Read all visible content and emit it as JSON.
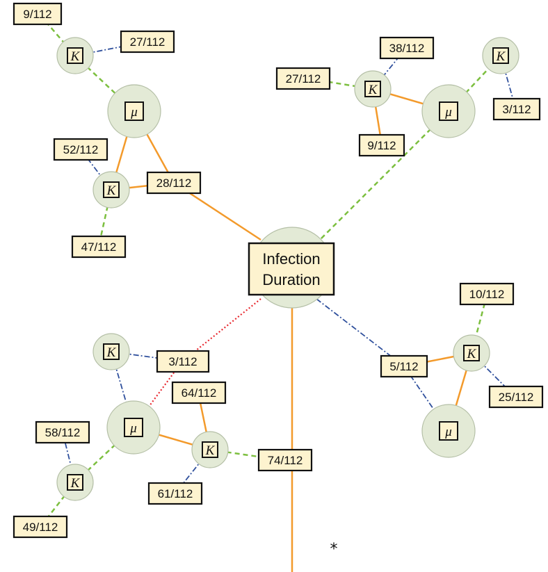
{
  "center": {
    "line1": "Infection",
    "line2": "Duration"
  },
  "symbols": {
    "K": "K",
    "mu": "μ"
  },
  "annotation": "*",
  "labels": [
    "9/112",
    "27/112",
    "52/112",
    "28/112",
    "47/112",
    "38/112",
    "27/112",
    "3/112",
    "9/112",
    "10/112",
    "5/112",
    "25/112",
    "3/112",
    "64/112",
    "58/112",
    "74/112",
    "61/112",
    "49/112"
  ],
  "edge_styles": {
    "solid_orange": "#f39a2b",
    "dashed_green": "#7cbf3f",
    "dashdot_blue": "#2e4f9c",
    "dotted_red": "#e8282f"
  }
}
